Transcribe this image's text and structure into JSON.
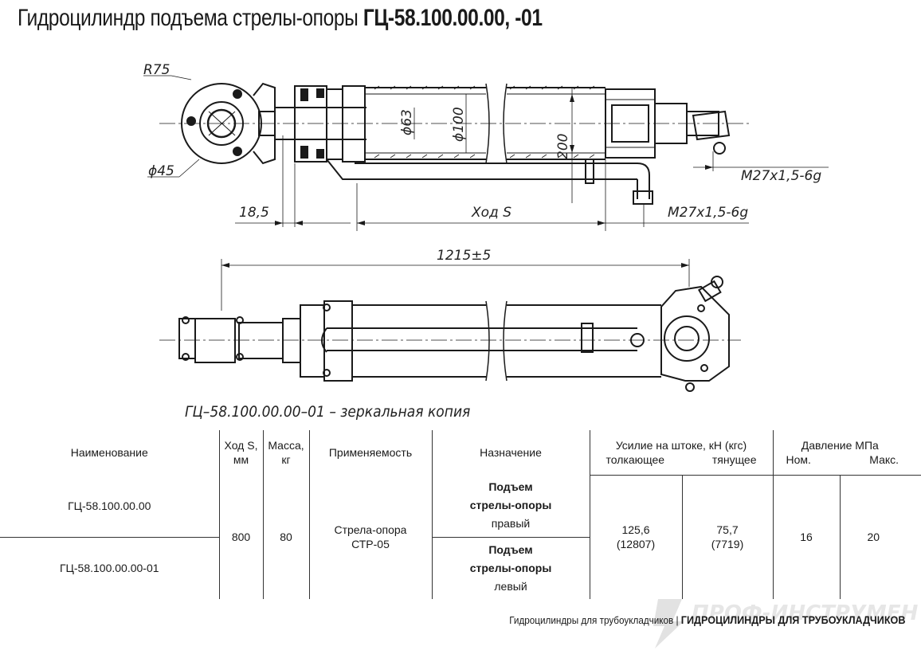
{
  "title": {
    "prefix": "Гидроцилиндр подъема стрелы-опоры",
    "model": "ГЦ-58.100.00.00, -01"
  },
  "drawing": {
    "dim_r75": "R75",
    "dim_d45": "ϕ45",
    "dim_d63": "ϕ63",
    "dim_d100": "ϕ100",
    "dim_200": "200",
    "dim_thread_top": "M27x1,5-6g",
    "dim_thread_bottom": "M27x1,5-6g",
    "dim_185": "18,5",
    "dim_stroke": "Ход S",
    "dim_length": "1215±5"
  },
  "caption": "ГЦ–58.100.00.00–01 – зеркальная копия",
  "table": {
    "headers": {
      "name": "Наименование",
      "stroke_l1": "Ход S,",
      "stroke_l2": "мм",
      "mass_l1": "Масса,",
      "mass_l2": "кг",
      "applicability": "Применяемость",
      "purpose": "Назначение",
      "force": "Усилие на штоке, кН (кгс)",
      "force_push": "толкающее",
      "force_pull": "тянущее",
      "pressure": "Давление МПа",
      "pressure_nom": "Ном.",
      "pressure_max": "Макс."
    },
    "rows": [
      {
        "name": "ГЦ-58.100.00.00",
        "purpose_l1": "Подъем",
        "purpose_l2": "стрелы-опоры",
        "purpose_side": "правый"
      },
      {
        "name": "ГЦ-58.100.00.00-01",
        "purpose_l1": "Подъем",
        "purpose_l2": "стрелы-опоры",
        "purpose_side": "левый"
      }
    ],
    "shared": {
      "stroke": "800",
      "mass": "80",
      "applicability_l1": "Стрела-опора",
      "applicability_l2": "СТР-05",
      "push_kn": "125,6",
      "push_kgf": "(12807)",
      "pull_kn": "75,7",
      "pull_kgf": "(7719)",
      "p_nom": "16",
      "p_max": "20"
    }
  },
  "footer": {
    "left": "Гидроцилиндры для трубоукладчиков",
    "right": "ГИДРОЦИЛИНДРЫ ДЛЯ ТРУБОУКЛАДЧИКОВ"
  },
  "watermark": "ПРОФ-ИНСТРУМЕНТ"
}
